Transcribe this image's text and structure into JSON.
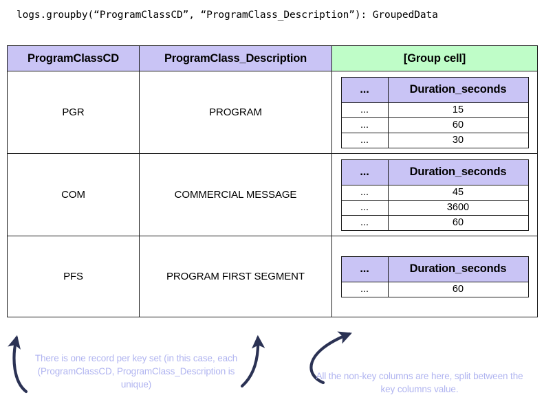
{
  "title": {
    "code_line": "logs.groupby(“ProgramClassCD”, “ProgramClass_Description”): GroupedData"
  },
  "colors": {
    "key_header_bg": "#C9C4F5",
    "group_header_bg": "#BFFDC8",
    "inner_header_bg": "#C9C4F5",
    "border": "#1A1A1A",
    "annotation_text": "#B0B4F0",
    "arrow": "#2B3254"
  },
  "table": {
    "headers": {
      "col_a": "ProgramClassCD",
      "col_b": "ProgramClass_Description",
      "col_c": "[Group cell]"
    },
    "inner_headers": {
      "dots": "...",
      "value": "Duration_seconds"
    },
    "rows": [
      {
        "code": "PGR",
        "description": "PROGRAM",
        "group": [
          {
            "dots": "...",
            "duration_seconds": "15"
          },
          {
            "dots": "...",
            "duration_seconds": "60"
          },
          {
            "dots": "...",
            "duration_seconds": "30"
          }
        ]
      },
      {
        "code": "COM",
        "description": "COMMERCIAL MESSAGE",
        "group": [
          {
            "dots": "...",
            "duration_seconds": "45"
          },
          {
            "dots": "...",
            "duration_seconds": "3600"
          },
          {
            "dots": "...",
            "duration_seconds": "60"
          }
        ]
      },
      {
        "code": "PFS",
        "description": "PROGRAM FIRST SEGMENT",
        "group": [
          {
            "dots": "...",
            "duration_seconds": "60"
          }
        ]
      }
    ]
  },
  "annotations": {
    "left": "There is one record per key set (in this case, each (ProgramClassCD, ProgramClass_Description is unique)",
    "right": "All the non-key columns are here, split between the key columns value."
  }
}
